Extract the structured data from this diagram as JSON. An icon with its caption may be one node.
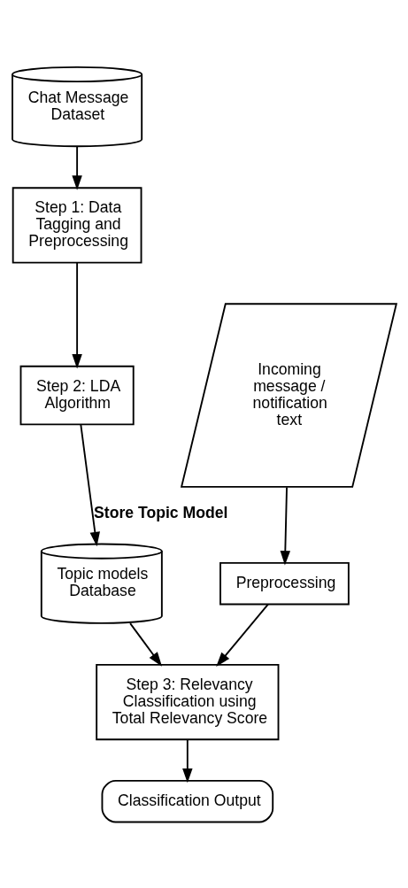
{
  "diagram": {
    "nodes": [
      {
        "text": [
          "Chat Message Dataset"
        ]
      },
      {
        "text": [
          "Step 1: Data Tagging and Preprocessing"
        ]
      },
      {
        "text": [
          "Step 2: LDA Algorithm"
        ]
      },
      {
        "text": [
          "Topic models Database"
        ]
      },
      {
        "text": [
          "Incoming message / notification text"
        ]
      },
      {
        "text": [
          "Preprocessing"
        ]
      },
      {
        "text": [
          "Step 3: Relevancy Classification using Total Relevancy Score"
        ]
      },
      {
        "text": [
          "Classification Output"
        ]
      }
    ],
    "edges": [
      {
        "from": 0,
        "to": 1,
        "arrow": "to"
      },
      {
        "from": 1,
        "to": 2,
        "arrow": "to"
      },
      {
        "from": 2,
        "to": 3,
        "arrow": "to",
        "label": "Store Topic Model"
      },
      {
        "from": 4,
        "to": 5,
        "arrow": "to"
      },
      {
        "from": 3,
        "to": 6,
        "arrow": "to"
      },
      {
        "from": 5,
        "to": 6,
        "arrow": "to"
      },
      {
        "from": 6,
        "to": 7,
        "arrow": "to"
      }
    ]
  }
}
